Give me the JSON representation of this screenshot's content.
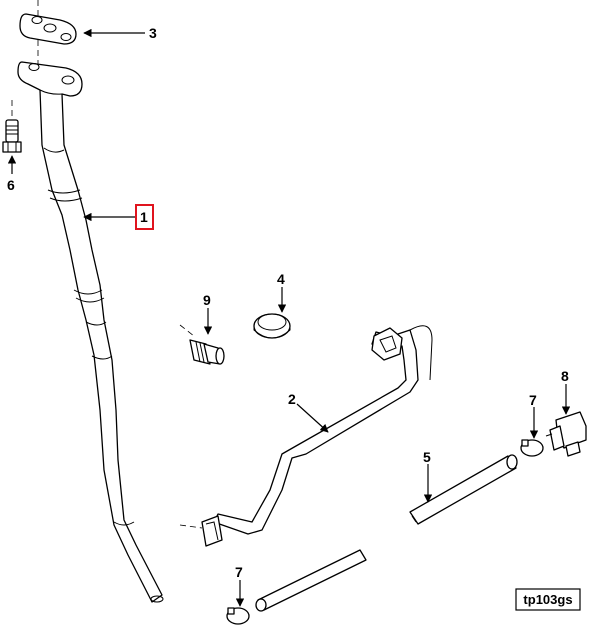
{
  "diagram": {
    "reference_code": "tp103gs",
    "highlighted_callout": "1",
    "highlight_color": "#e0141e",
    "callouts": [
      {
        "id": "1",
        "label": "1"
      },
      {
        "id": "2",
        "label": "2"
      },
      {
        "id": "3",
        "label": "3"
      },
      {
        "id": "4",
        "label": "4"
      },
      {
        "id": "5",
        "label": "5"
      },
      {
        "id": "6",
        "label": "6"
      },
      {
        "id": "7a",
        "label": "7"
      },
      {
        "id": "7b",
        "label": "7"
      },
      {
        "id": "8",
        "label": "8"
      },
      {
        "id": "9",
        "label": "9"
      }
    ]
  }
}
